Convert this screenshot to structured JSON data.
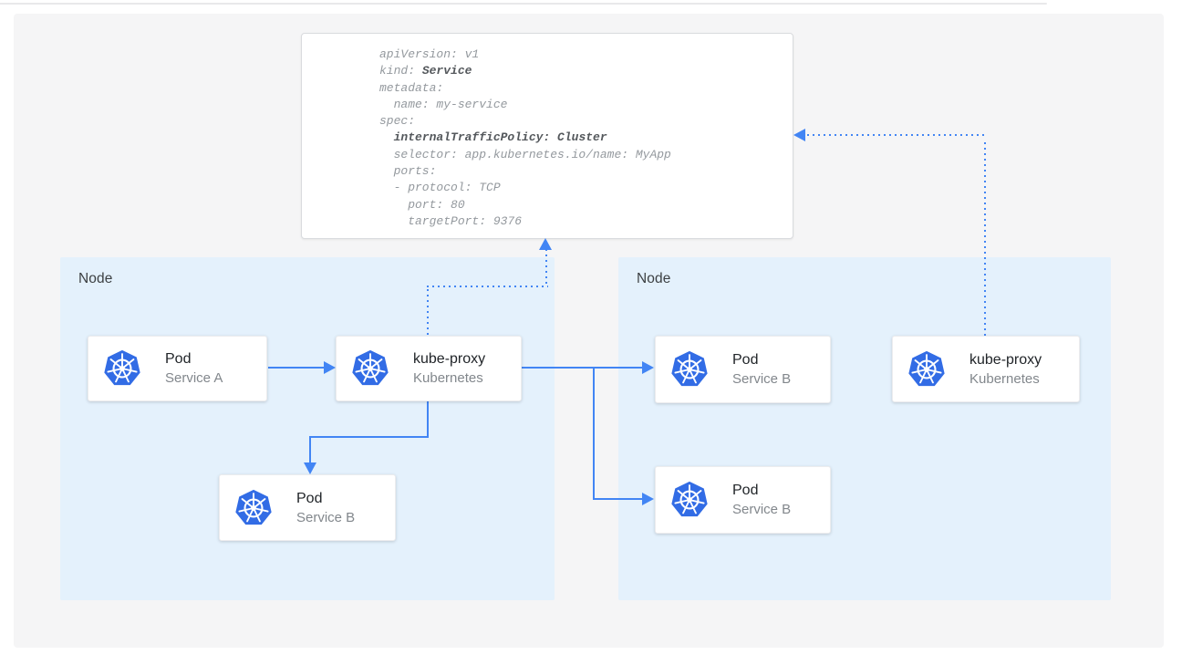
{
  "diagram": {
    "colors": {
      "accent_blue": "#4285f4",
      "kubernetes_blue": "#326ce5",
      "node_background": "#e4f1fc",
      "panel_background": "#f5f5f6",
      "yaml_text": "#94999e",
      "yaml_bold_text": "#54585c"
    },
    "yaml": {
      "lines": [
        [
          [
            "apiVersion: v1",
            false
          ]
        ],
        [
          [
            "kind: ",
            false
          ],
          [
            "Service",
            true
          ]
        ],
        [
          [
            "metadata:",
            false
          ]
        ],
        [
          [
            "  name: my-service",
            false
          ]
        ],
        [
          [
            "spec:",
            false
          ]
        ],
        [
          [
            "  ",
            false
          ],
          [
            "internalTrafficPolicy: Cluster",
            true
          ]
        ],
        [
          [
            "  selector: app.kubernetes.io/name: MyApp",
            false
          ]
        ],
        [
          [
            "  ports:",
            false
          ]
        ],
        [
          [
            "  - protocol: TCP",
            false
          ]
        ],
        [
          [
            "    port: 80",
            false
          ]
        ],
        [
          [
            "    targetPort: 9376",
            false
          ]
        ]
      ]
    },
    "nodes": [
      {
        "label": "Node"
      },
      {
        "label": "Node"
      }
    ],
    "cards": [
      {
        "title": "Pod",
        "subtitle": "Service A"
      },
      {
        "title": "kube-proxy",
        "subtitle": "Kubernetes"
      },
      {
        "title": "Pod",
        "subtitle": "Service B"
      },
      {
        "title": "Pod",
        "subtitle": "Service B"
      },
      {
        "title": "Pod",
        "subtitle": "Service B"
      },
      {
        "title": "kube-proxy",
        "subtitle": "Kubernetes"
      }
    ]
  }
}
